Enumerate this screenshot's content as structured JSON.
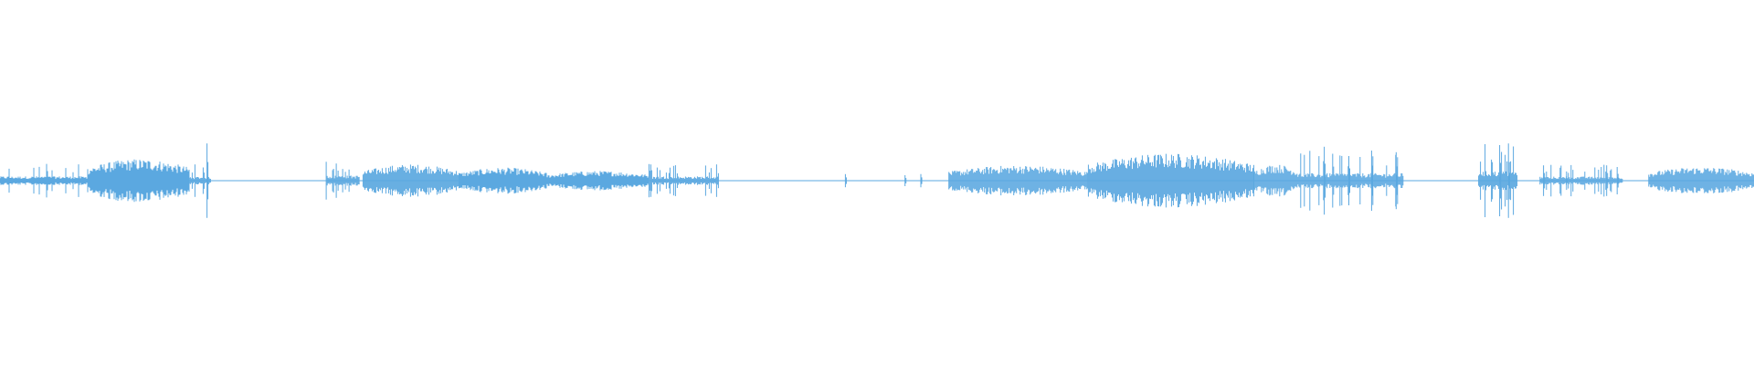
{
  "waveform": {
    "color": "#5ba8e0",
    "background": "#ffffff",
    "duration_fraction_segments": [
      {
        "start": 0.0,
        "end": 0.05,
        "level": 0.32,
        "style": "bursty"
      },
      {
        "start": 0.05,
        "end": 0.108,
        "level": 0.4,
        "style": "dense"
      },
      {
        "start": 0.108,
        "end": 0.12,
        "level": 0.3,
        "style": "bursty"
      },
      {
        "start": 0.186,
        "end": 0.205,
        "level": 0.38,
        "style": "bursty"
      },
      {
        "start": 0.207,
        "end": 0.262,
        "level": 0.3,
        "style": "dense"
      },
      {
        "start": 0.262,
        "end": 0.312,
        "level": 0.24,
        "style": "dense"
      },
      {
        "start": 0.312,
        "end": 0.37,
        "level": 0.18,
        "style": "dense"
      },
      {
        "start": 0.37,
        "end": 0.41,
        "level": 0.32,
        "style": "bursty"
      },
      {
        "start": 0.541,
        "end": 0.62,
        "level": 0.28,
        "style": "dense"
      },
      {
        "start": 0.62,
        "end": 0.715,
        "level": 0.5,
        "style": "dense"
      },
      {
        "start": 0.715,
        "end": 0.74,
        "level": 0.3,
        "style": "dense"
      },
      {
        "start": 0.74,
        "end": 0.8,
        "level": 0.55,
        "style": "bursty"
      },
      {
        "start": 0.843,
        "end": 0.865,
        "level": 0.7,
        "style": "bursty"
      },
      {
        "start": 0.878,
        "end": 0.925,
        "level": 0.3,
        "style": "bursty"
      },
      {
        "start": 0.94,
        "end": 1.0,
        "level": 0.25,
        "style": "dense"
      }
    ],
    "spikes": [
      {
        "at": 0.118,
        "level": 0.68
      },
      {
        "at": 0.482,
        "level": 0.12
      },
      {
        "at": 0.516,
        "level": 0.1
      },
      {
        "at": 0.525,
        "level": 0.12
      },
      {
        "at": 0.755,
        "level": 0.62
      },
      {
        "at": 0.769,
        "level": 0.45
      },
      {
        "at": 0.782,
        "level": 0.55
      },
      {
        "at": 0.796,
        "level": 0.52
      },
      {
        "at": 0.855,
        "level": 0.65
      },
      {
        "at": 0.86,
        "level": 0.68
      },
      {
        "at": 0.88,
        "level": 0.28
      },
      {
        "at": 0.893,
        "level": 0.08
      },
      {
        "at": 0.916,
        "level": 0.28
      },
      {
        "at": 0.922,
        "level": 0.25
      }
    ]
  }
}
